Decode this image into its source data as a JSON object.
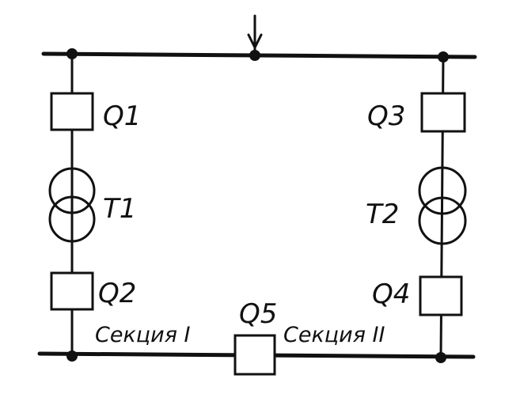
{
  "labels": {
    "q1": "Q1",
    "q2": "Q2",
    "q3": "Q3",
    "q4": "Q4",
    "q5": "Q5",
    "t1": "T1",
    "t2": "T2",
    "section1": "Секция I",
    "section2": "Секция II"
  },
  "colors": {
    "line": "#111111",
    "background": "#ffffff"
  },
  "icons": {
    "feed": "down-arrow-icon"
  }
}
